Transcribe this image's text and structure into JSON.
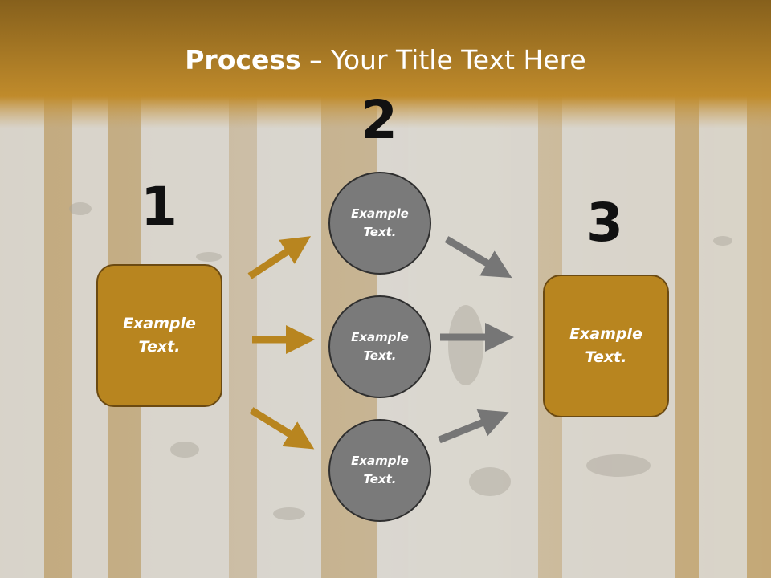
{
  "title": {
    "bold": "Process",
    "rest": " – Your Title Text Here"
  },
  "steps": [
    {
      "number": "1",
      "label": "Example\nText."
    },
    {
      "number": "2",
      "circles": [
        "Example\nText.",
        "Example\nText.",
        "Example\nText."
      ]
    },
    {
      "number": "3",
      "label": "Example\nText."
    }
  ],
  "colors": {
    "header_top": "#89611a",
    "header_bottom": "#c08a2a",
    "box_fill": "#b8851f",
    "box_border": "#6b4a12",
    "circle_fill": "#7a7a7a",
    "circle_border": "#2f2f2f",
    "arrow_gold": "#b8851f",
    "arrow_gray": "#767676"
  }
}
